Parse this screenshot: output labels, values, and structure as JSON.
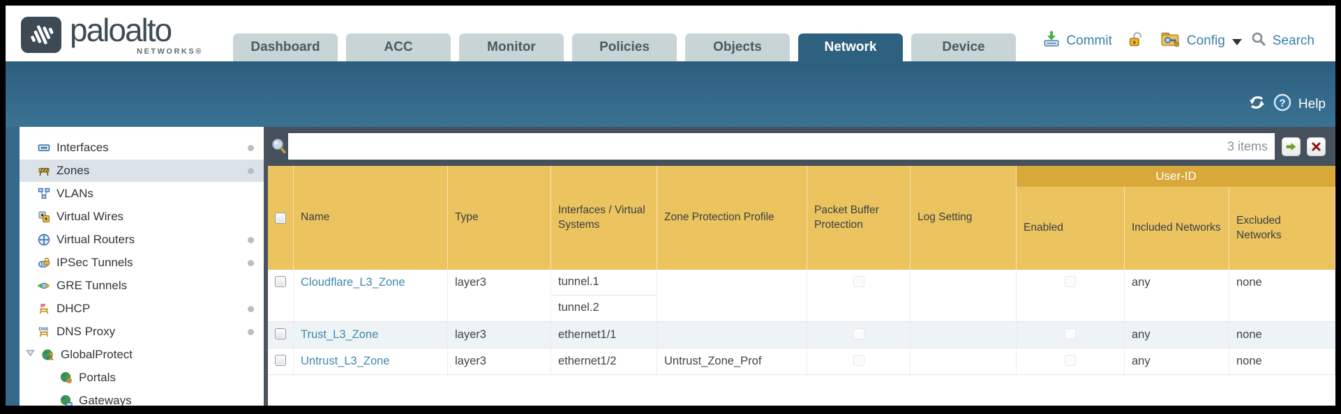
{
  "header": {
    "brand": "paloalto",
    "brand_sub": "NETWORKS®",
    "tabs": [
      {
        "label": "Dashboard",
        "active": false
      },
      {
        "label": "ACC",
        "active": false
      },
      {
        "label": "Monitor",
        "active": false
      },
      {
        "label": "Policies",
        "active": false
      },
      {
        "label": "Objects",
        "active": false
      },
      {
        "label": "Network",
        "active": true
      },
      {
        "label": "Device",
        "active": false
      }
    ],
    "actions": {
      "commit": "Commit",
      "config": "Config",
      "search": "Search"
    }
  },
  "subheader": {
    "help": "Help"
  },
  "sidebar": {
    "items": [
      {
        "label": "Interfaces",
        "dot": true
      },
      {
        "label": "Zones",
        "dot": true,
        "selected": true
      },
      {
        "label": "VLANs"
      },
      {
        "label": "Virtual Wires"
      },
      {
        "label": "Virtual Routers",
        "dot": true
      },
      {
        "label": "IPSec Tunnels",
        "dot": true
      },
      {
        "label": "GRE Tunnels"
      },
      {
        "label": "DHCP",
        "dot": true
      },
      {
        "label": "DNS Proxy",
        "dot": true
      },
      {
        "label": "GlobalProtect",
        "expanded": true
      },
      {
        "label": "Portals",
        "child": true
      },
      {
        "label": "Gateways",
        "child": true
      }
    ]
  },
  "toolbar": {
    "filter_value": "",
    "items_count": "3 items"
  },
  "table": {
    "userid_group_label": "User-ID",
    "columns": [
      "Name",
      "Type",
      "Interfaces / Virtual Systems",
      "Zone Protection Profile",
      "Packet Buffer Protection",
      "Log Setting",
      "Enabled",
      "Included Networks",
      "Excluded Networks"
    ],
    "rows": [
      {
        "name": "Cloudflare_L3_Zone",
        "type": "layer3",
        "interfaces": {
          "0": "tunnel.1",
          "1": "tunnel.2"
        },
        "zone_protection_profile": "",
        "log_setting": "",
        "included_networks": "any",
        "excluded_networks": "none"
      },
      {
        "name": "Trust_L3_Zone",
        "type": "layer3",
        "interfaces": {
          "0": "ethernet1/1"
        },
        "zone_protection_profile": "",
        "log_setting": "",
        "included_networks": "any",
        "excluded_networks": "none"
      },
      {
        "name": "Untrust_L3_Zone",
        "type": "layer3",
        "interfaces": {
          "0": "ethernet1/2"
        },
        "zone_protection_profile": "Untrust_Zone_Prof",
        "log_setting": "",
        "included_networks": "any",
        "excluded_networks": "none"
      }
    ]
  },
  "colors": {
    "teal": "#2e6180",
    "header_orange": "#ecc45f",
    "userid_band": "#d8a83a",
    "link_blue": "#4288ad",
    "toolbar_slate": "#47515b"
  }
}
